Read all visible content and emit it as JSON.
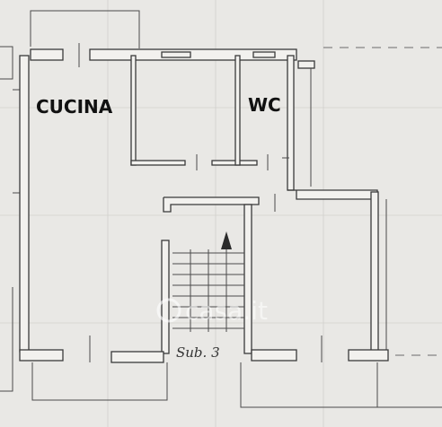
{
  "rooms": {
    "kitchen": {
      "label": "CUCINA"
    },
    "wc": {
      "label": "WC"
    }
  },
  "stair": {
    "annotation": "Sub. 3"
  },
  "watermark": {
    "text": "casa.it"
  },
  "colors": {
    "paper": "#e9e8e5",
    "wall_line": "#3a3a3a",
    "label": "#111111"
  }
}
